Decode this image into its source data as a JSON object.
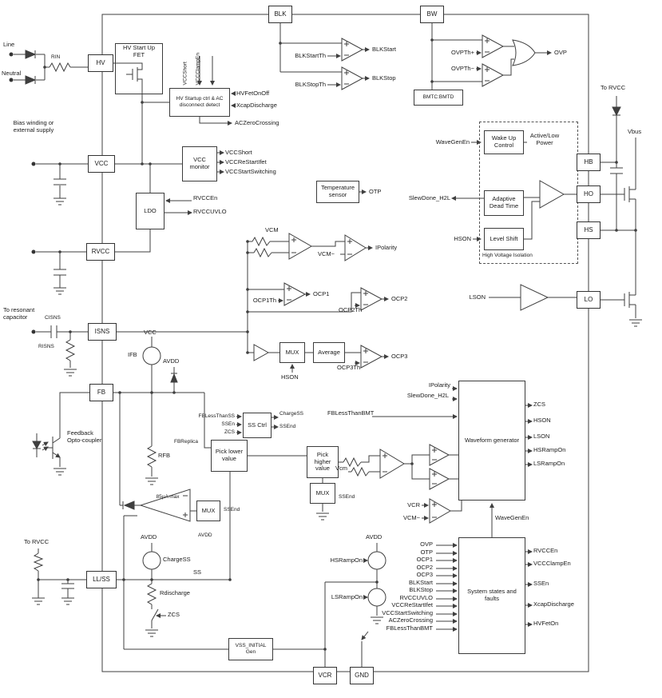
{
  "pins": {
    "blk": "BLK",
    "bw": "BW",
    "hv": "HV",
    "vcc": "VCC",
    "rvcc": "RVCC",
    "isns": "ISNS",
    "fb": "FB",
    "llss": "LL/SS",
    "hb": "HB",
    "ho": "HO",
    "hs": "HS",
    "lo": "LO",
    "vcr": "VCR",
    "gnd": "GND"
  },
  "external": {
    "line": "Line",
    "neutral": "Neutral",
    "rin": "RIN",
    "bias_supply": "Bias winding or external supply",
    "to_resonant_capacitor": "To resonant capacitor",
    "cisns": "CISNS",
    "risns": "RISNS",
    "feedback_optocoupler": "Feedback Opto-coupler",
    "to_rvcc_bottom": "To RVCC",
    "to_rvcc_top": "To RVCC",
    "vbus": "Vbus"
  },
  "blocks": {
    "hv_startup_fet": "HV Start Up FET",
    "hv_startup_ctrl": "HV Startup ctrl & AC disconnect detect",
    "vcc_monitor": "VCC monitor",
    "ldo": "LDO",
    "temperature_sensor": "Temperature sensor",
    "bmt": "BMTC:BMTD",
    "wake_up_control": "Wake Up Control",
    "active_low_power": "Active/Low Power",
    "adaptive_dead_time": "Adaptive Dead Time",
    "level_shift": "Level Shift",
    "high_voltage_isolation": "High Voltage Isolation",
    "ss_ctrl": "SS Ctrl",
    "pick_lower_value": "Pick lower value",
    "pick_higher_value": "Pick higher value",
    "mux": "MUX",
    "average": "Average",
    "waveform_generator": "Waveform generator",
    "system_states_faults": "System states and faults",
    "vss_initial_gen": "VSS_INITIAL Gen",
    "amp_85ua": "85µA max"
  },
  "signals": {
    "vccshort_vert": "VCCShort",
    "vccclampen_vert": "VCCClampEn",
    "hvfetonoff": "HVFetOnOff",
    "xcapdischarge_top": "XcapDischarge",
    "aczerocrossing_top": "ACZeroCrossing",
    "vccshort": "VCCShort",
    "vccrestartifet": "VCCReStartIfet",
    "vccstartswitching": "VCCStartSwitching",
    "rvccen_ldo": "RVCCEn",
    "rvccuvlo": "RVCCUVLO",
    "blkstartth": "BLKStartTh",
    "blkstart": "BLKStart",
    "blkstopth": "BLKStopTh",
    "blkstop": "BLKStop",
    "ovpth_plus": "OVPTh+",
    "ovpth_minus": "OVPTh−",
    "ovp": "OVP",
    "wavegenen_left": "WaveGenEn",
    "slewdone_left": "SlewDone_H2L",
    "hson_levelshift": "HSON",
    "otp": "OTP",
    "vcm_top": "VCM",
    "vcm_minus_1": "VCM−",
    "ipolarity_out": "IPolarity",
    "ocp1th": "OCP1Th",
    "ocp1": "OCP1",
    "ocp2th": "OCP2Th",
    "ocp2": "OCP2",
    "ocp3th": "OCP3Th",
    "ocp3": "OCP3",
    "hson_mux": "HSON",
    "lson": "LSON",
    "vcc_ifb": "VCC",
    "ifb": "IFB",
    "avdd_fb": "AVDD",
    "fblessthanss": "FBLessThanSS",
    "ssen_in": "SSEn",
    "zcs_in": "ZCS",
    "chargess_out": "ChargeSS",
    "ssend_out": "SSEnd",
    "fbreplica": "FBReplica",
    "fblessthanbmt": "FBLessThanBMT",
    "vcm_small": "Vcm",
    "ipolarity_wg": "IPolarity",
    "slewdone_wg": "SlewDone_H2L",
    "wg_outputs": [
      "ZCS",
      "HSON",
      "LSON",
      "HSRampOn",
      "LSRampOn"
    ],
    "vcr_cmp": "VCR",
    "vcm_minus_2": "VCM−",
    "wavegenen_right": "WaveGenEn",
    "ssf_inputs": [
      "OVP",
      "OTP",
      "OCP1",
      "OCP2",
      "OCP3",
      "BLKStart",
      "BLKStop",
      "RVCCUVLO",
      "VCCReStartIfet",
      "VCCStartSwitching",
      "ACZeroCrossing",
      "FBLessThanBMT"
    ],
    "ssf_outputs": [
      "RVCCEn",
      "VCCClampEn",
      "SSEn",
      "XcapDischarge",
      "HVFetOn"
    ],
    "ssend_mux1": "SSEnd",
    "avdd_mux1": "AVDD",
    "ssend_mux3": "SSEnd",
    "avdd_chargess": "AVDD",
    "chargess_src": "ChargeSS",
    "ss": "SS",
    "rdischarge": "Rdischarge",
    "zcs_switch": "ZCS",
    "rfb": "RFB",
    "avdd_ramp": "AVDD",
    "hsrampon": "HSRampOn",
    "lsrampon": "LSRampOn"
  }
}
